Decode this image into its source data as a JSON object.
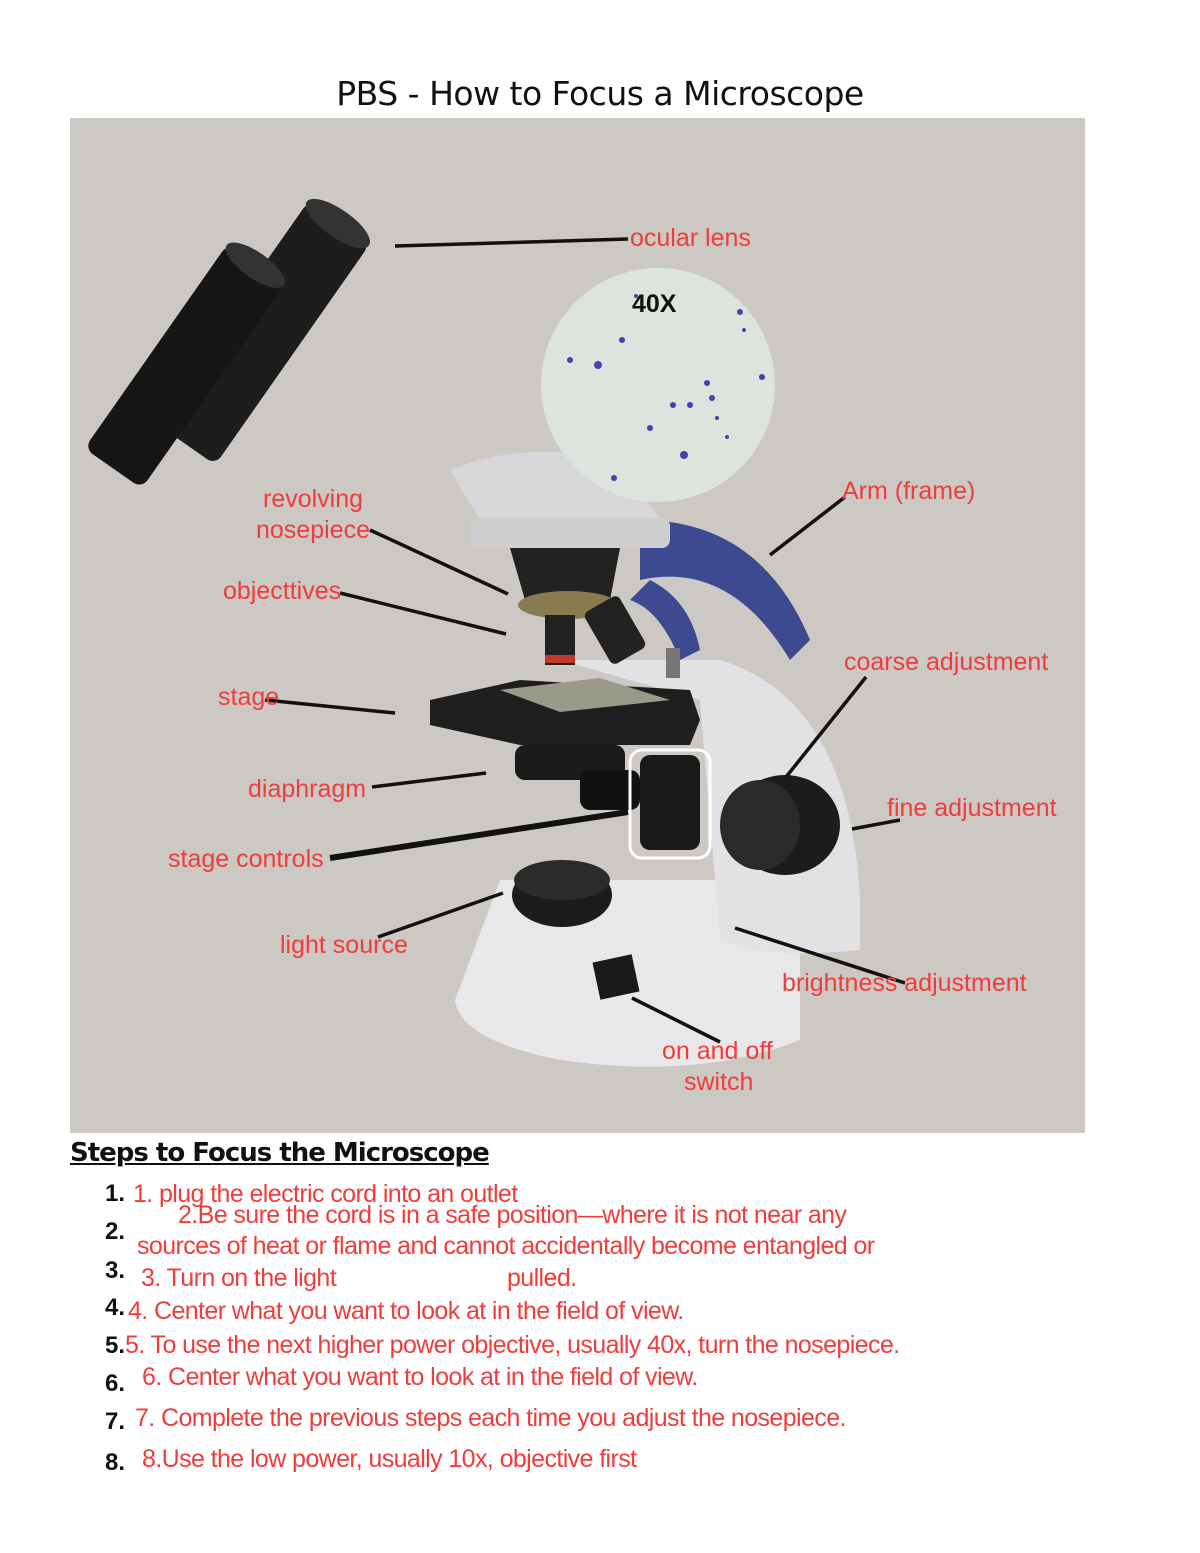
{
  "title": "PBS - How to Focus a Microscope",
  "diagram": {
    "inset_magnification": "40X",
    "labels": {
      "ocular_lens": "ocular lens",
      "revolving_nosepiece_1": "revolving",
      "revolving_nosepiece_2": "nosepiece",
      "objectives": "objecttives",
      "stage": "stage",
      "diaphragm": "diaphragm",
      "stage_controls": "stage controls",
      "light_source": "light source",
      "arm": "Arm (frame)",
      "coarse_adjustment": "coarse adjustment",
      "fine_adjustment": "fine adjustment",
      "brightness_adjustment": "brightness adjustment",
      "switch_1": "on and off",
      "switch_2": "switch"
    },
    "colors": {
      "label": "#f03c3c",
      "background": "#ccc8c4",
      "accent_blue": "#3d4a8f"
    }
  },
  "steps": {
    "heading": "Steps to Focus the Microscope",
    "numbers": [
      "1.",
      "2.",
      "3.",
      "4.",
      "5.",
      "6.",
      "7.",
      "8."
    ],
    "lines": [
      "1. plug the electric cord into an outlet",
      "2.Be sure the cord is in a safe position—where it is not near any",
      "sources of heat or flame and cannot accidentally become entangled or",
      "3. Turn on the light",
      "pulled.",
      "4. Center what you want to look at in the field of view.",
      "5. To use the next higher power objective, usually 40x, turn the nosepiece.",
      "6. Center what you want to look at in the field of view.",
      "7. Complete the previous steps each time you adjust the nosepiece.",
      "8.Use the low power, usually 10x, objective first"
    ]
  }
}
